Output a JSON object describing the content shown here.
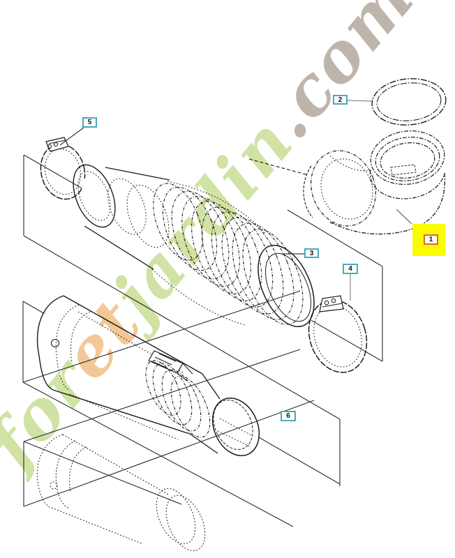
{
  "diagram": {
    "labels": [
      {
        "text": "1",
        "highlighted": true
      },
      {
        "text": "2",
        "highlighted": false
      },
      {
        "text": "3",
        "highlighted": false
      },
      {
        "text": "4",
        "highlighted": false
      },
      {
        "text": "5",
        "highlighted": false
      },
      {
        "text": "6",
        "highlighted": false
      }
    ],
    "colors": {
      "label_border": "#47abbc",
      "highlight_fill": "#fbfb02",
      "highlight_border": "#da6a2e",
      "line": "#1b1b1b",
      "leader": "#8c8c8c",
      "background": "#ffffff"
    }
  },
  "watermark": {
    "text": "foretjardin.com",
    "segments": [
      {
        "text": "for",
        "color": "#cce19c"
      },
      {
        "text": "et",
        "color": "#f4c28e"
      },
      {
        "text": "jardin",
        "color": "#cce19c"
      },
      {
        "text": ".com",
        "color": "#b8afa4"
      }
    ]
  }
}
